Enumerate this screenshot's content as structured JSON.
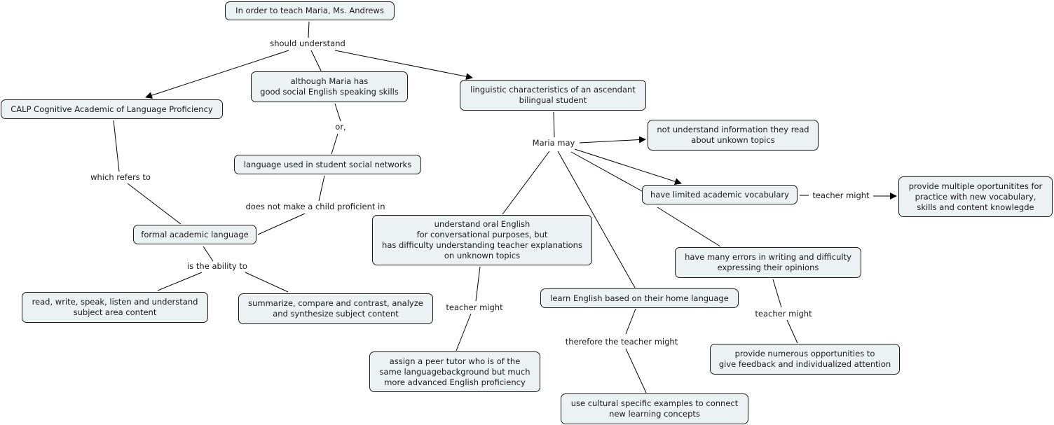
{
  "nodes": {
    "root": "In order to teach Maria, Ms. Andrews",
    "calp": "CALP Cognitive Academic of Language Proficiency",
    "although": "although Maria has\ngood social English speaking skills",
    "linguistic": "linguistic characteristics of an ascendant\nbilingual student",
    "not_understand": "not understand information they read\nabout unkown topics",
    "social_networks": "language used in student social networks",
    "limited_vocab": "have limited academic vocabulary",
    "multiple_opps": "provide multiple oportunitites for\npractice with new vocabulary,\nskills and content knowlegde",
    "formal": "formal academic language",
    "oral_english": "understand oral English\nfor conversational purposes, but\nhas difficulty understanding teacher explanations\non unknown topics",
    "many_errors": "have many errors in writing and difficulty\nexpressing their opinions",
    "read_write": "read, write, speak, listen and understand\nsubject area content",
    "summarize": "summarize, compare and contrast, analyze\nand synthesize subject content",
    "home_language": "learn English based on their home language",
    "peer_tutor": "assign a peer tutor who is of the\nsame languagebackground but much\nmore advanced English proficiency",
    "feedback": "provide numerous opportunities to\ngive feedback and individualized attention",
    "cultural": "use cultural specific examples to connect\nnew learning concepts"
  },
  "links": {
    "should_understand": "should understand",
    "or": "or,",
    "which_refers_to": "which refers to",
    "does_not_make": "does not make a child proficient in",
    "maria_may": "Maria may",
    "teacher_might_vocab": "teacher might",
    "is_the_ability_to": "is the ability to",
    "teacher_might_oral": "teacher might",
    "teacher_might_errors": "teacher might",
    "therefore_teacher_might": "therefore the teacher might"
  }
}
